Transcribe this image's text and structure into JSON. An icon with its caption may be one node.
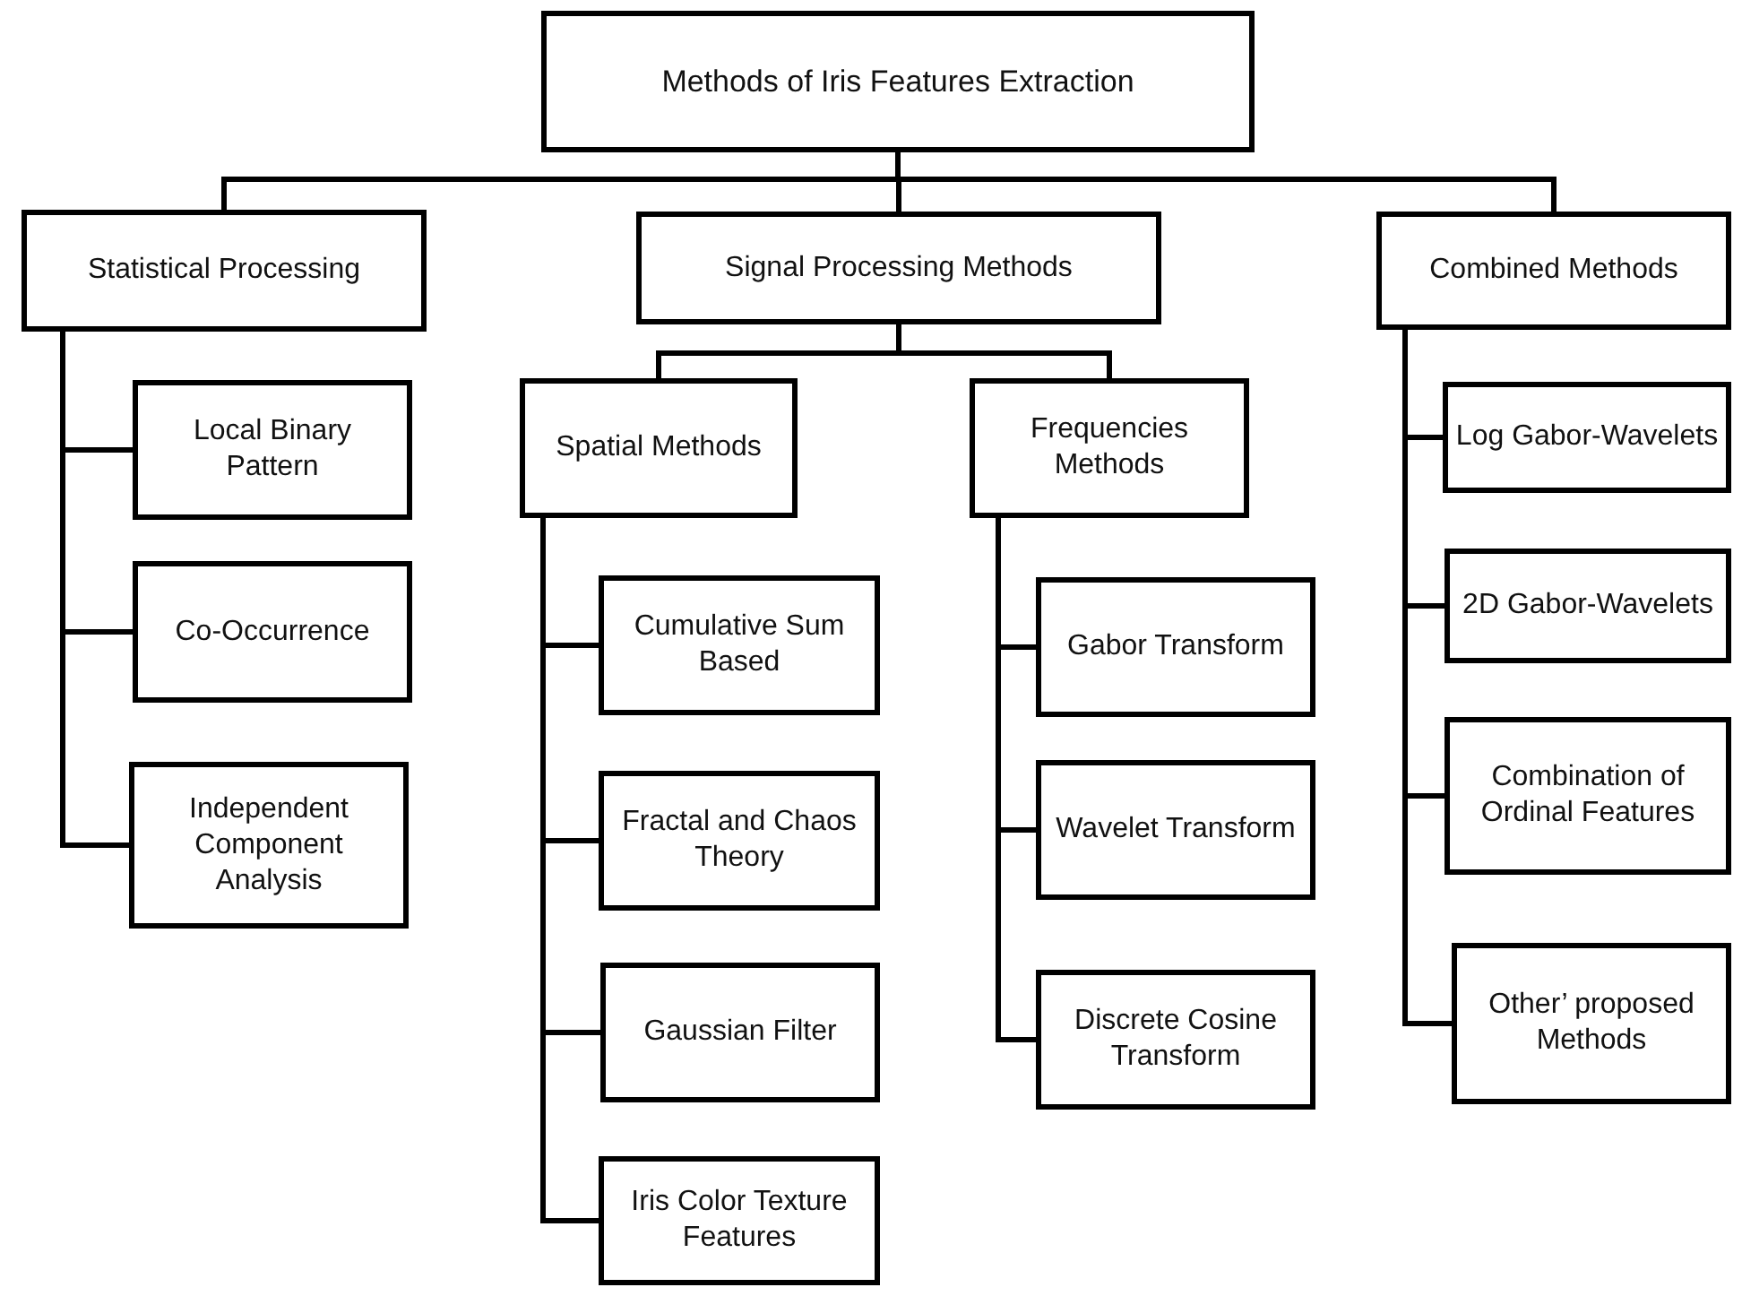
{
  "diagram": {
    "nodes": [
      {
        "text": [
          "Methods of Iris Features Extraction"
        ]
      },
      {
        "text": [
          "Statistical Processing"
        ]
      },
      {
        "text": [
          "Signal Processing  Methods"
        ]
      },
      {
        "text": [
          "Combined Methods"
        ]
      },
      {
        "text": [
          "Local Binary Pattern"
        ]
      },
      {
        "text": [
          "Co-Occurrence"
        ]
      },
      {
        "text": [
          "Independent Component Analysis"
        ]
      },
      {
        "text": [
          "Spatial Methods"
        ]
      },
      {
        "text": [
          "Frequencies Methods"
        ]
      },
      {
        "text": [
          "Cumulative Sum Based"
        ]
      },
      {
        "text": [
          "Fractal and Chaos Theory"
        ]
      },
      {
        "text": [
          "Gaussian Filter"
        ]
      },
      {
        "text": [
          "Iris Color Texture Features"
        ]
      },
      {
        "text": [
          "Gabor Transform"
        ]
      },
      {
        "text": [
          "Wavelet Transform"
        ]
      },
      {
        "text": [
          "Discrete Cosine Transform"
        ]
      },
      {
        "text": [
          "Log Gabor-Wavelets"
        ]
      },
      {
        "text": [
          "2D Gabor-Wavelets"
        ]
      },
      {
        "text": [
          "Combination of Ordinal Features"
        ]
      },
      {
        "text": [
          "Other’ proposed Methods"
        ]
      }
    ],
    "edges": [
      {
        "from": 0,
        "to": 1,
        "arrow": "none"
      },
      {
        "from": 0,
        "to": 2,
        "arrow": "none"
      },
      {
        "from": 0,
        "to": 3,
        "arrow": "none"
      },
      {
        "from": 1,
        "to": 4,
        "arrow": "none"
      },
      {
        "from": 1,
        "to": 5,
        "arrow": "none"
      },
      {
        "from": 1,
        "to": 6,
        "arrow": "none"
      },
      {
        "from": 2,
        "to": 7,
        "arrow": "none"
      },
      {
        "from": 2,
        "to": 8,
        "arrow": "none"
      },
      {
        "from": 7,
        "to": 9,
        "arrow": "none"
      },
      {
        "from": 7,
        "to": 10,
        "arrow": "none"
      },
      {
        "from": 7,
        "to": 11,
        "arrow": "none"
      },
      {
        "from": 7,
        "to": 12,
        "arrow": "none"
      },
      {
        "from": 8,
        "to": 13,
        "arrow": "none"
      },
      {
        "from": 8,
        "to": 14,
        "arrow": "none"
      },
      {
        "from": 8,
        "to": 15,
        "arrow": "none"
      },
      {
        "from": 3,
        "to": 16,
        "arrow": "none"
      },
      {
        "from": 3,
        "to": 17,
        "arrow": "none"
      },
      {
        "from": 3,
        "to": 18,
        "arrow": "none"
      },
      {
        "from": 3,
        "to": 19,
        "arrow": "none"
      }
    ]
  }
}
